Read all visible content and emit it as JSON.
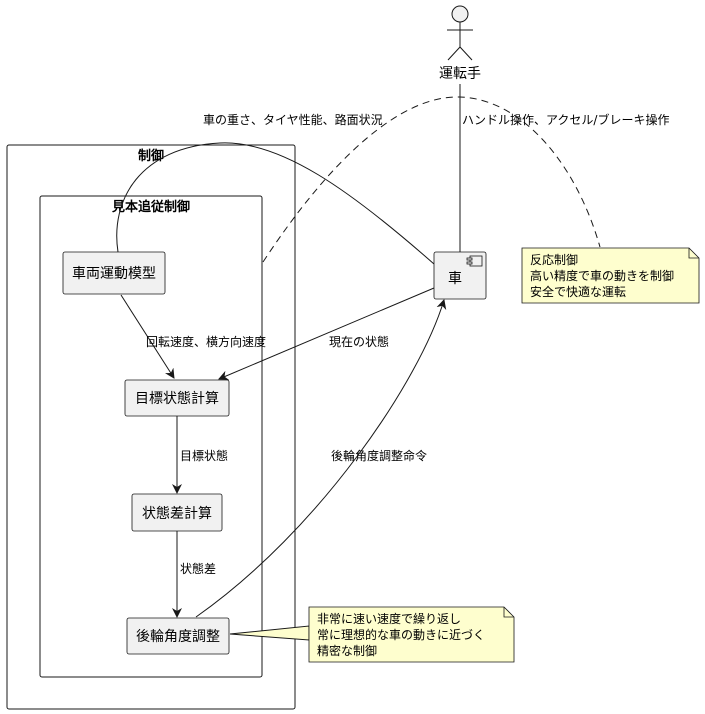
{
  "actor": {
    "label": "運転手"
  },
  "packages": {
    "outer": {
      "title": "制御"
    },
    "inner": {
      "title": "見本追従制御"
    }
  },
  "nodes": {
    "vehicle_model": "車両運動模型",
    "target_state": "目標状態計算",
    "state_diff": "状態差計算",
    "rear_wheel": "後輪角度調整",
    "car": "車"
  },
  "edges": {
    "car_to_model": "車の重さ、タイヤ性能、路面状況",
    "driver_to_car": "ハンドル操作、アクセル/ブレーキ操作",
    "model_to_target": "回転速度、横方向速度",
    "car_to_target": "現在の状態",
    "target_to_diff": "目標状態",
    "diff_to_rear": "状態差",
    "rear_to_car": "後輪角度調整命令"
  },
  "notes": {
    "reaction": [
      "反応制御",
      "高い精度で車の動きを制御",
      "安全で快適な運転"
    ],
    "precision": [
      "非常に速い速度で繰り返し",
      "常に理想的な車の動きに近づく",
      "精密な制御"
    ]
  },
  "colors": {
    "node_fill": "#f1f1f1",
    "note_fill": "#fefece",
    "stroke": "#181818"
  }
}
